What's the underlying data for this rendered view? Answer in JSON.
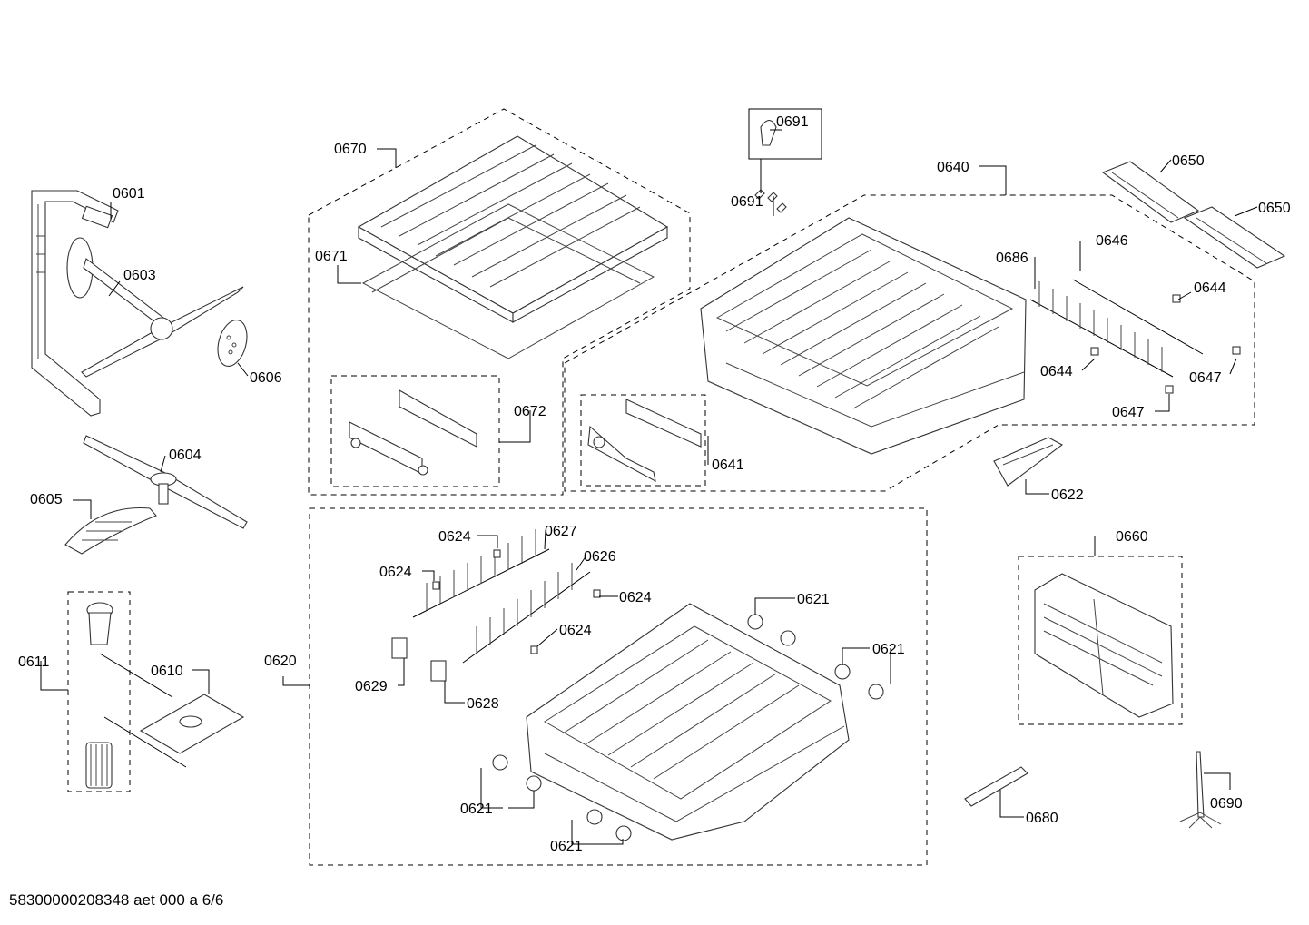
{
  "footer": "58300000208348 aet 000 a 6/6",
  "labels": {
    "l0601": "0601",
    "l0603": "0603",
    "l0606": "0606",
    "l0604": "0604",
    "l0605": "0605",
    "l0611": "0611",
    "l0610": "0610",
    "l0670": "0670",
    "l0671": "0671",
    "l0672": "0672",
    "l0691a": "0691",
    "l0691b": "0691",
    "l0640": "0640",
    "l0641": "0641",
    "l0686": "0686",
    "l0646": "0646",
    "l0650a": "0650",
    "l0650b": "0650",
    "l0644a": "0644",
    "l0644b": "0644",
    "l0647a": "0647",
    "l0647b": "0647",
    "l0622": "0622",
    "l0660": "0660",
    "l0620": "0620",
    "l0624a": "0624",
    "l0624b": "0624",
    "l0624c": "0624",
    "l0624d": "0624",
    "l0627": "0627",
    "l0626": "0626",
    "l0629": "0629",
    "l0628": "0628",
    "l0621a": "0621",
    "l0621b": "0621",
    "l0621c": "0621",
    "l0621d": "0621",
    "l0680": "0680",
    "l0690": "0690"
  }
}
